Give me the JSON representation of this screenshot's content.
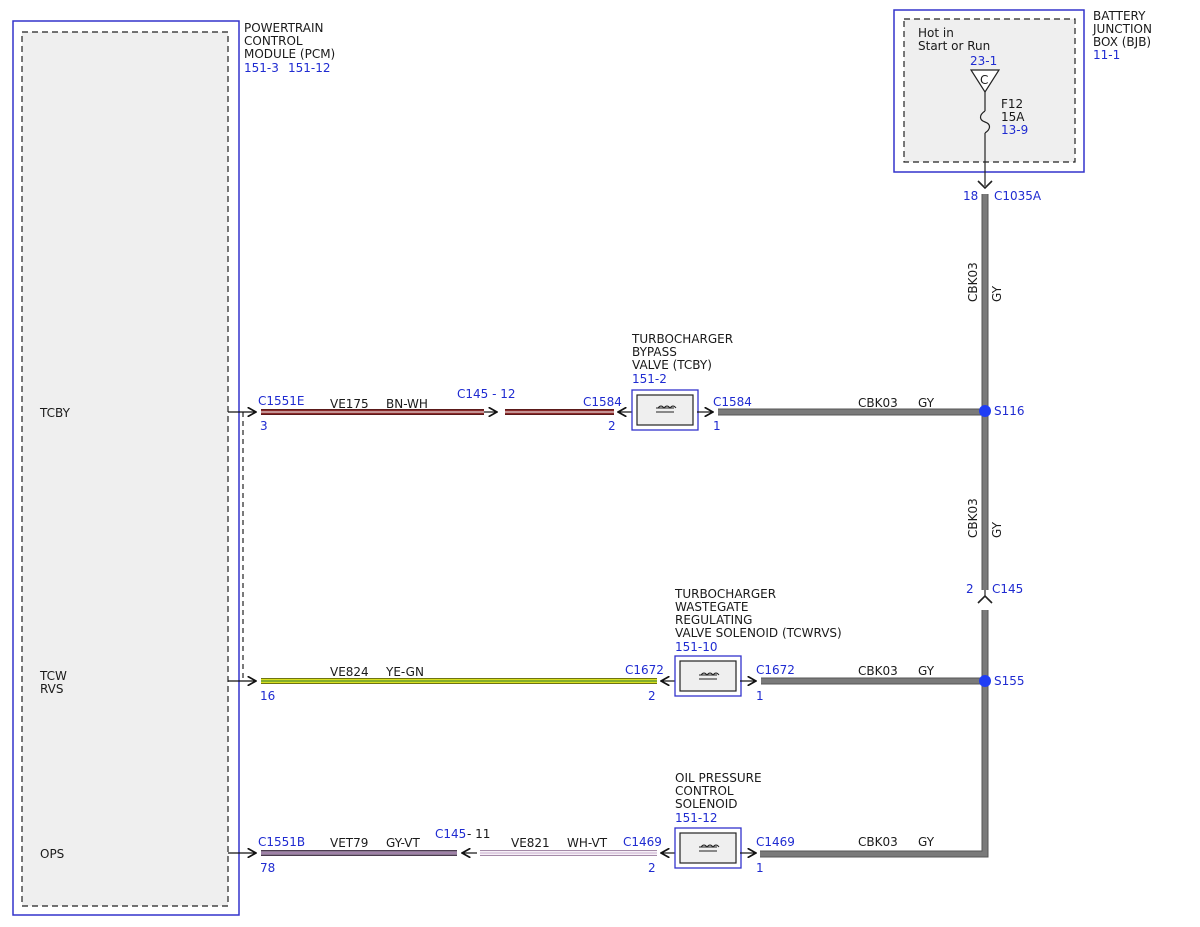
{
  "pcm": {
    "name_line1": "POWERTRAIN",
    "name_line2": "CONTROL",
    "name_line3": "MODULE (PCM)",
    "ref1": "151-3",
    "ref2": "151-12",
    "pin_tcby": "TCBY",
    "pin_tcw_line1": "TCW",
    "pin_tcw_line2": "RVS",
    "pin_ops": "OPS"
  },
  "bjb": {
    "name_line1": "BATTERY",
    "name_line2": "JUNCTION",
    "name_line3": "BOX (BJB)",
    "ref": "11-1",
    "hot_line1": "Hot in",
    "hot_line2": "Start or Run",
    "bus_ref": "23-1",
    "bus_letter": "C",
    "fuse_name": "F12",
    "fuse_rating": "15A",
    "fuse_ref": "13-9"
  },
  "feed": {
    "pin": "18",
    "connector": "C1035A",
    "circuit": "CBK03",
    "color": "GY"
  },
  "vertical_mid": {
    "circuit": "CBK03",
    "color": "GY"
  },
  "c145_feed": {
    "pin": "2",
    "connector": "C145"
  },
  "splices": {
    "s116": "S116",
    "s155": "S155"
  },
  "tcby_row": {
    "pcm_connector": "C1551E",
    "pcm_pin": "3",
    "circuit": "VE175",
    "color": "BN-WH",
    "inline": "C145 - 12",
    "dev_connector_left": "C1584",
    "dev_pin_left": "2",
    "dev_connector_right": "C1584",
    "dev_pin_right": "1",
    "right_circuit": "CBK03",
    "right_color": "GY",
    "device_line1": "TURBOCHARGER",
    "device_line2": "BYPASS",
    "device_line3": "VALVE (TCBY)",
    "device_ref": "151-2"
  },
  "tcw_row": {
    "pcm_pin": "16",
    "circuit": "VE824",
    "color": "YE-GN",
    "dev_connector_left": "C1672",
    "dev_pin_left": "2",
    "dev_connector_right": "C1672",
    "dev_pin_right": "1",
    "right_circuit": "CBK03",
    "right_color": "GY",
    "device_line1": "TURBOCHARGER",
    "device_line2": "WASTEGATE",
    "device_line3": "REGULATING",
    "device_line4": "VALVE SOLENOID (TCWRVS)",
    "device_ref": "151-10"
  },
  "ops_row": {
    "pcm_connector": "C1551B",
    "pcm_pin": "78",
    "circuit": "VET79",
    "color": "GY-VT",
    "inline_name": "C145",
    "inline_pin": "- 11",
    "circuit2": "VE821",
    "color2": "WH-VT",
    "dev_connector_left": "C1469",
    "dev_pin_left": "2",
    "dev_connector_right": "C1469",
    "dev_pin_right": "1",
    "right_circuit": "CBK03",
    "right_color": "GY",
    "device_line1": "OIL PRESSURE",
    "device_line2": "CONTROL",
    "device_line3": "SOLENOID",
    "device_ref": "151-12"
  },
  "colors": {
    "reference_blue": "#1f2bd1",
    "wire_gray": "#7a7a7a",
    "wire_brown": "#8b2a2a",
    "wire_yellow": "#d9e021",
    "wire_violet": "#c9b0cf",
    "splice_blue": "#1f3df5"
  }
}
